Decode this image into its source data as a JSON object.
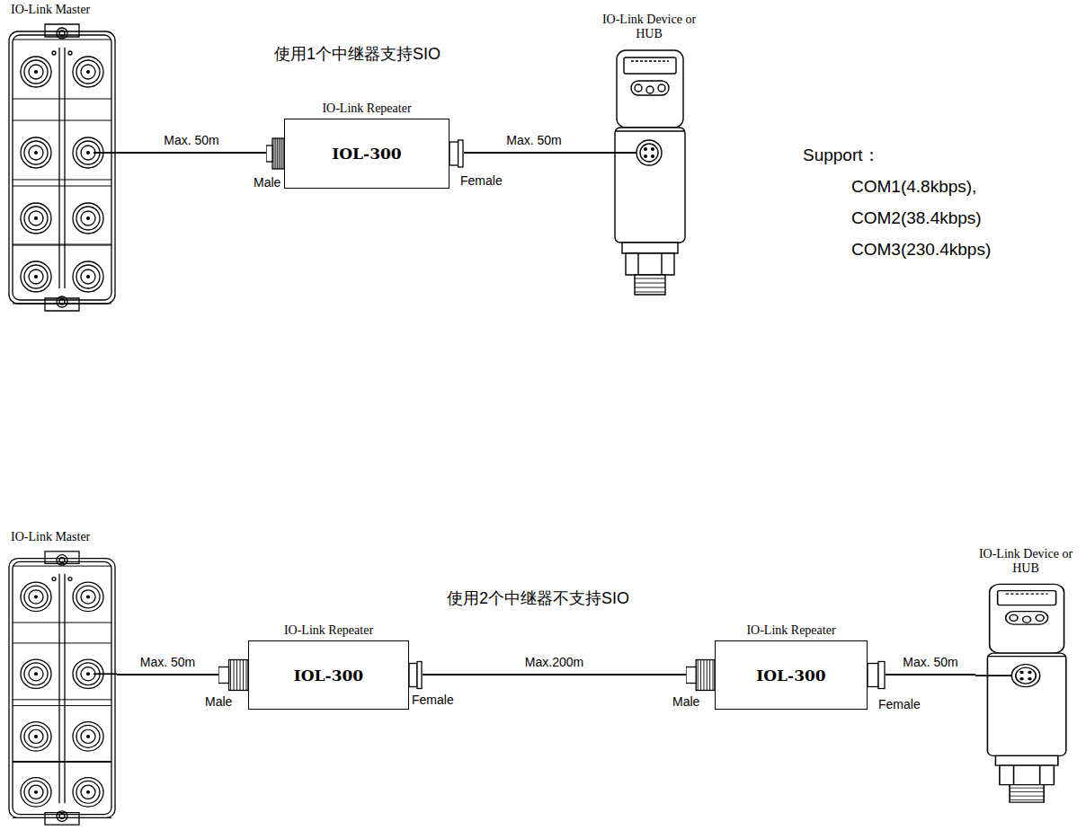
{
  "diagram": {
    "nodes": [
      {
        "text": [
          "IO-Link Master"
        ]
      },
      {
        "text": [
          "IO-Link Repeater",
          "IOL-300"
        ]
      },
      {
        "text": [
          "IO-Link Device or HUB"
        ]
      },
      {
        "text": [
          "IO-Link Master"
        ]
      },
      {
        "text": [
          "IO-Link Repeater",
          "IOL-300"
        ]
      },
      {
        "text": [
          "IO-Link Repeater",
          "IOL-300"
        ]
      },
      {
        "text": [
          "IO-Link Device or HUB"
        ]
      }
    ],
    "edges": [
      {
        "from": 0,
        "to": 1,
        "label": "Max. 50m",
        "arrow": "none"
      },
      {
        "from": 1,
        "to": 2,
        "label": "Max. 50m",
        "arrow": "none"
      },
      {
        "from": 3,
        "to": 4,
        "label": "Max. 50m",
        "arrow": "none"
      },
      {
        "from": 4,
        "to": 5,
        "label": "Max.200m",
        "arrow": "none"
      },
      {
        "from": 5,
        "to": 6,
        "label": "Max. 50m",
        "arrow": "none"
      }
    ],
    "labels": [
      "使用1个中继器支持SIO",
      "Male",
      "Female",
      "Support：",
      "COM1(4.8kbps),",
      "COM2(38.4kbps)",
      "COM3(230.4kbps)",
      "使用2个中继器不支持SIO",
      "Male",
      "Female",
      "Male",
      "Female"
    ]
  }
}
